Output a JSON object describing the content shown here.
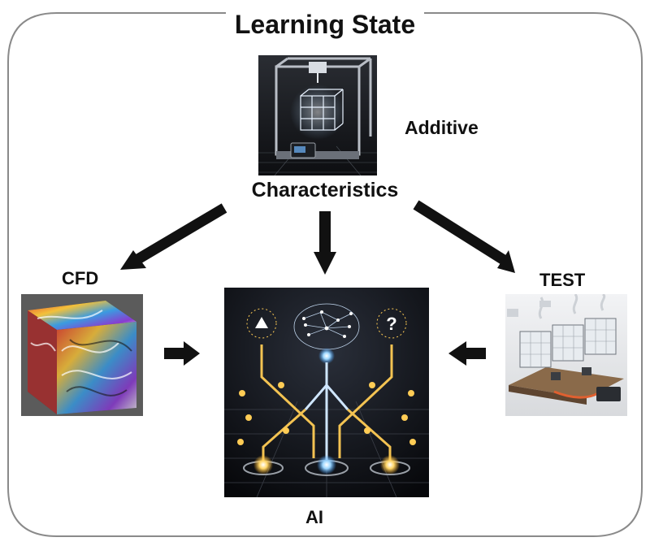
{
  "title": "Learning State",
  "labels": {
    "additive": "Additive",
    "characteristics": "Characteristics",
    "cfd": "CFD",
    "test": "TEST",
    "ai": "AI"
  },
  "colors": {
    "frame": "#8a8a8a",
    "arrow": "#111111",
    "ai_glow": "#ffcc55",
    "ai_node": "#9fd8ff"
  },
  "images": {
    "printer": "3d-printer-lattice-illustration",
    "cfd": "colorful-flow-cube-illustration",
    "ai": "brain-circuit-decision-illustration",
    "test": "test-rig-cubes-illustration"
  }
}
